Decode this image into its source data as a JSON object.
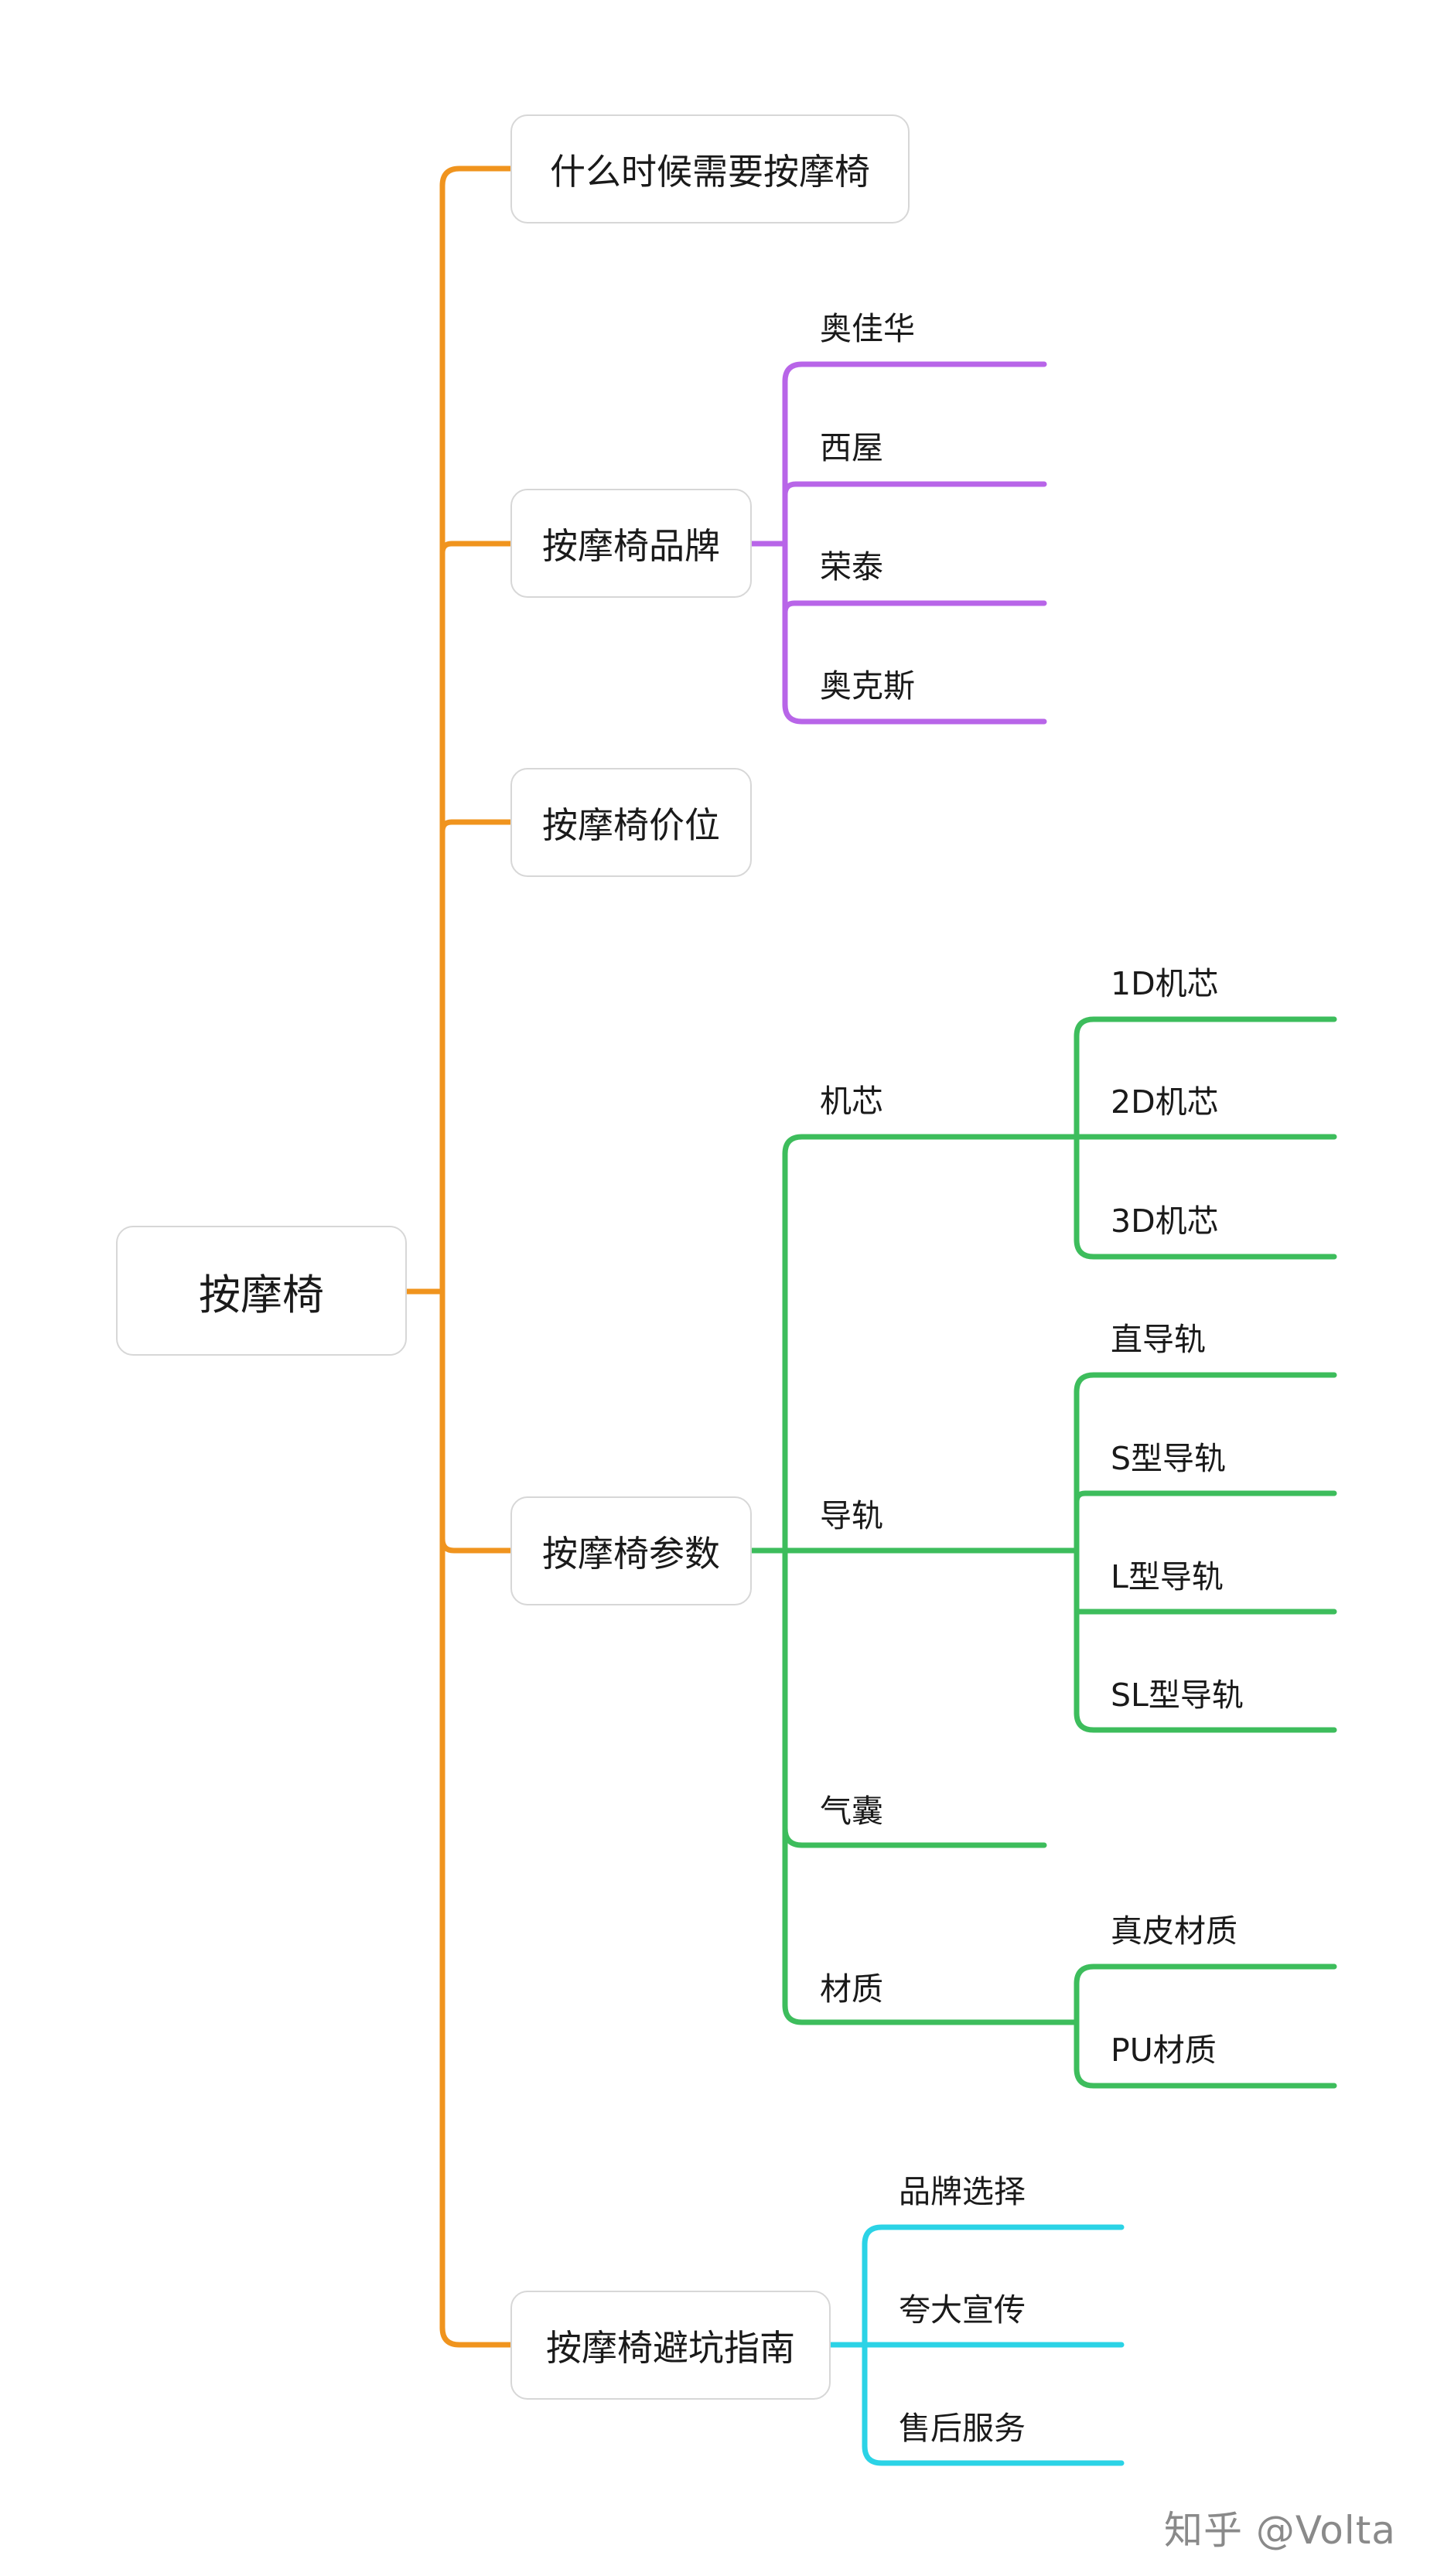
{
  "root": {
    "label": "按摩椅"
  },
  "branches": [
    {
      "label": "什么时候需要按摩椅"
    },
    {
      "label": "按摩椅品牌",
      "children": [
        "奥佳华",
        "西屋",
        "荣泰",
        "奥克斯"
      ]
    },
    {
      "label": "按摩椅价位"
    },
    {
      "label": "按摩椅参数",
      "groups": [
        {
          "label": "机芯",
          "children": [
            "1D机芯",
            "2D机芯",
            "3D机芯"
          ]
        },
        {
          "label": "导轨",
          "children": [
            "直导轨",
            "S型导轨",
            "L型导轨",
            "SL型导轨"
          ]
        },
        {
          "label": "气囊"
        },
        {
          "label": "材质",
          "children": [
            "真皮材质",
            "PU材质"
          ]
        }
      ]
    },
    {
      "label": "按摩椅避坑指南",
      "children": [
        "品牌选择",
        "夸大宣传",
        "售后服务"
      ]
    }
  ],
  "watermark": "知乎 @Volta",
  "colors": {
    "main_branch": "#f0941e",
    "brand_branch": "#b865e8",
    "params_branch": "#3dbd5c",
    "guide_branch": "#2bd3e6",
    "box_border": "#d7d7d7"
  }
}
